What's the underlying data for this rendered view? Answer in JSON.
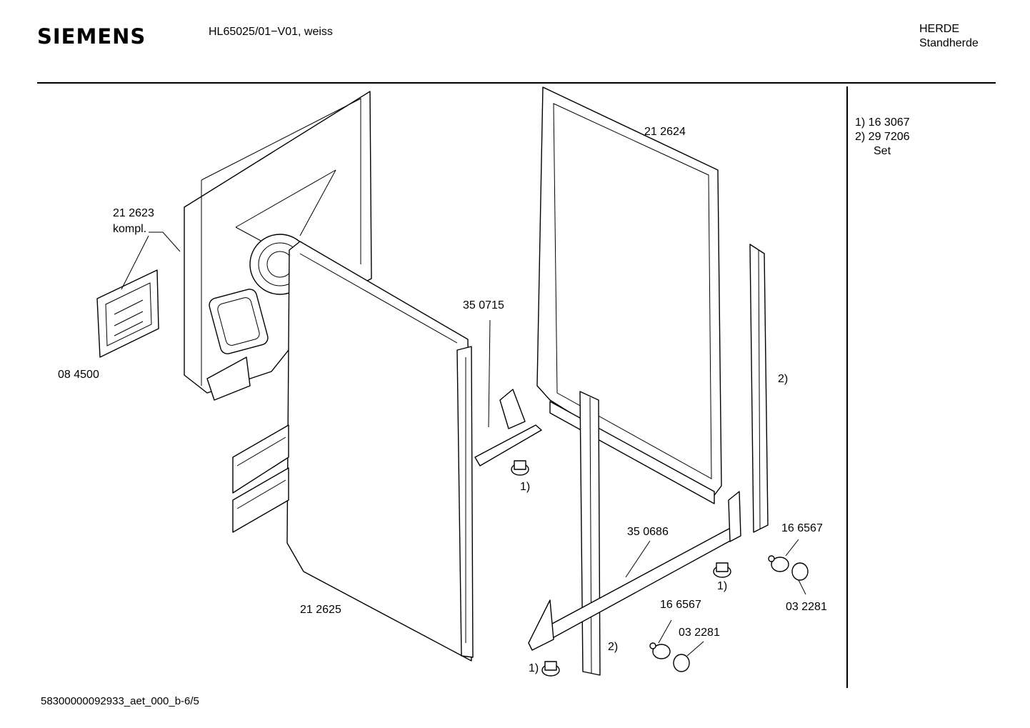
{
  "header": {
    "brand": "SIEMENS",
    "model": "HL65025/01−V01, weiss",
    "category_line1": "HERDE",
    "category_line2": "Standherde"
  },
  "notes": {
    "line1": "1)  16 3067",
    "line2": "2)  29 7206",
    "line3": "Set"
  },
  "labels": {
    "p212623": "21 2623",
    "kompl": "kompl.",
    "p084500": "08 4500",
    "p350715": "35 0715",
    "p212624": "21 2624",
    "p212625": "21 2625",
    "p350686": "35 0686",
    "p166567a": "16 6567",
    "p032281a": "03 2281",
    "p166567b": "16 6567",
    "p032281b": "03 2281",
    "ref1a": "1)",
    "ref1b": "1)",
    "ref1c": "1)",
    "ref2a": "2)",
    "ref2b": "2)"
  },
  "footer": {
    "doc_id": "58300000092933_aet_000_b-6/5"
  }
}
